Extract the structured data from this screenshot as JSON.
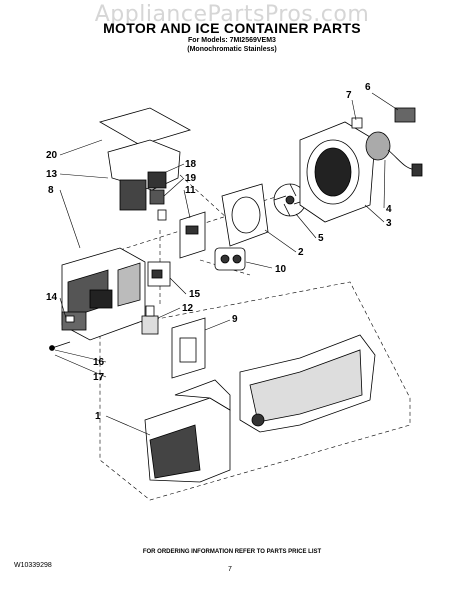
{
  "watermark": "AppliancePartsPros.com",
  "title": "MOTOR AND ICE CONTAINER PARTS",
  "models_line": "For Models: 7MI2569VEM3",
  "finish_line": "(Monochromatic Stainless)",
  "callouts": [
    "1",
    "2",
    "3",
    "4",
    "5",
    "6",
    "7",
    "8",
    "9",
    "10",
    "11",
    "12",
    "13",
    "14",
    "15",
    "16",
    "17",
    "18",
    "19",
    "20"
  ],
  "footer_note": "FOR ORDERING INFORMATION REFER TO PARTS PRICE LIST",
  "doc_number": "W10339298",
  "page_number": "7"
}
